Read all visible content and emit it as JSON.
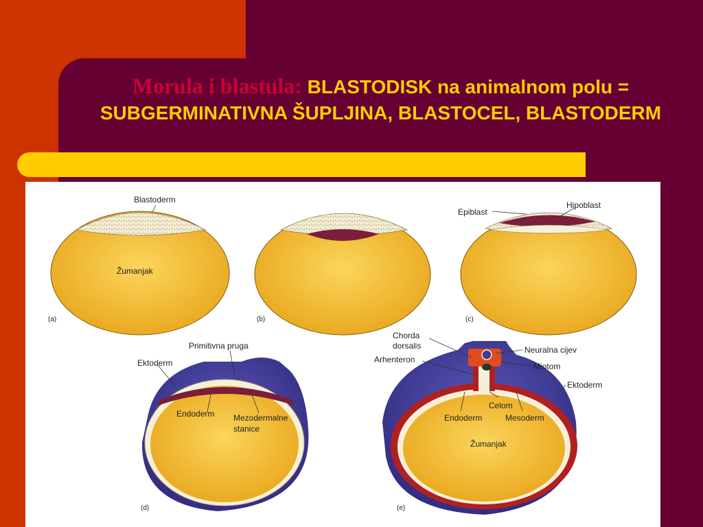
{
  "slide": {
    "title_lead": "Morula i blastula:",
    "title_rest": " BLASTODISK na animalnom polu = SUBGERMINATIVNA ŠUPLJINA, BLASTOCEL, BLASTODERM"
  },
  "figure": {
    "panels": {
      "a": {
        "tag": "(a)",
        "labels": {
          "top": "Blastoderm",
          "center": "Žumanjak"
        }
      },
      "b": {
        "tag": "(b)"
      },
      "c": {
        "tag": "(c)",
        "labels": {
          "left": "Epiblast",
          "right": "Hipoblast"
        }
      },
      "d": {
        "tag": "(d)",
        "labels": {
          "primitive": "Primitivna pruga",
          "ectoderm": "Ektoderm",
          "endoderm": "Endoderm",
          "mesoderm_line1": "Mezodermalne",
          "mesoderm_line2": "stanice"
        }
      },
      "e": {
        "tag": "(e)",
        "labels": {
          "chorda_line1": "Chorda",
          "chorda_line2": "dorsalis",
          "arhenteron": "Arhenteron",
          "neural": "Neuralna cijev",
          "miotom": "Miotom",
          "ektoderm": "Ektoderm",
          "celom": "Celom",
          "endoderm": "Endoderm",
          "mesoderm": "Mesoderm",
          "yolk": "Žumanjak"
        }
      }
    }
  },
  "colors": {
    "orange": "#cc3300",
    "plum": "#660033",
    "gold": "#ffcc00",
    "title_red": "#cc0033",
    "yolk": "#f2b422",
    "yolk_light": "#fbd55c",
    "cells": "#f7f0d8",
    "cavity": "#7a1e3b",
    "ectoderm": "#3f3a96",
    "mesoderm": "#b02020",
    "neural": "#e44a20"
  }
}
